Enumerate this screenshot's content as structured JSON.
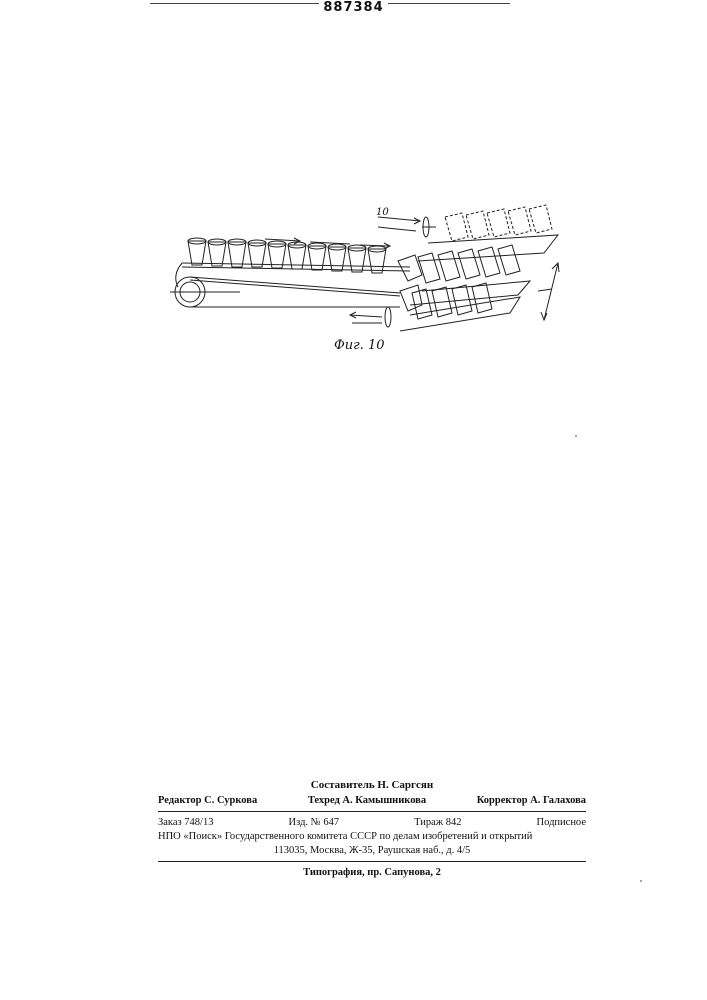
{
  "document": {
    "patent_number": "887384"
  },
  "figure": {
    "ref_label": "10",
    "caption": "Фиг. 10"
  },
  "colophon": {
    "compiler": "Составитель Н. Саргсян",
    "editor": "Редактор С. Суркова",
    "techred": "Техред А. Камышникова",
    "corrector": "Корректор А. Галахова",
    "order": "Заказ 748/13",
    "edition": "Изд. № 647",
    "circulation": "Тираж 842",
    "subscription": "Подписное",
    "org_line": "НПО «Поиск» Государственного комитета СССР по делам изобретений и открытий",
    "address": "113035, Москва, Ж-35, Раушская наб., д. 4/5",
    "printer": "Типография, пр. Сапунова, 2"
  }
}
